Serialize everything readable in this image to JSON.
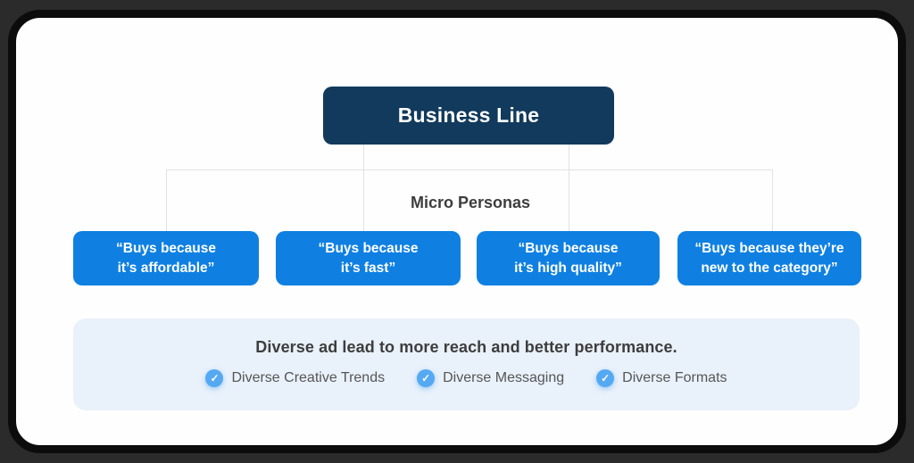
{
  "colors": {
    "page_bg": "#2b2b2b",
    "frame": "#0c0c0c",
    "card_bg": "#fefefe",
    "root_bg": "#113a5c",
    "persona_bg": "#0f80e2",
    "connector": "#e2e2e2",
    "footer_bg": "#e9f1fb",
    "check_bg": "#55a9f3",
    "heading_text": "#3d3d3d",
    "item_text": "#565656"
  },
  "diagram": {
    "root_label": "Business Line",
    "branch_label": "Micro Personas",
    "personas": [
      {
        "text": "“Buys because\nit’s affordable”"
      },
      {
        "text": "“Buys because\nit’s fast”"
      },
      {
        "text": "“Buys because\nit’s high quality”"
      },
      {
        "text": "“Buys because they’re\nnew to the category”"
      }
    ]
  },
  "footer": {
    "title": "Diverse ad lead to more reach and better performance.",
    "check_glyph": "✓",
    "items": [
      {
        "icon": "check-circle",
        "label": "Diverse Creative Trends"
      },
      {
        "icon": "check-circle",
        "label": "Diverse Messaging"
      },
      {
        "icon": "check-circle",
        "label": "Diverse Formats"
      }
    ]
  }
}
